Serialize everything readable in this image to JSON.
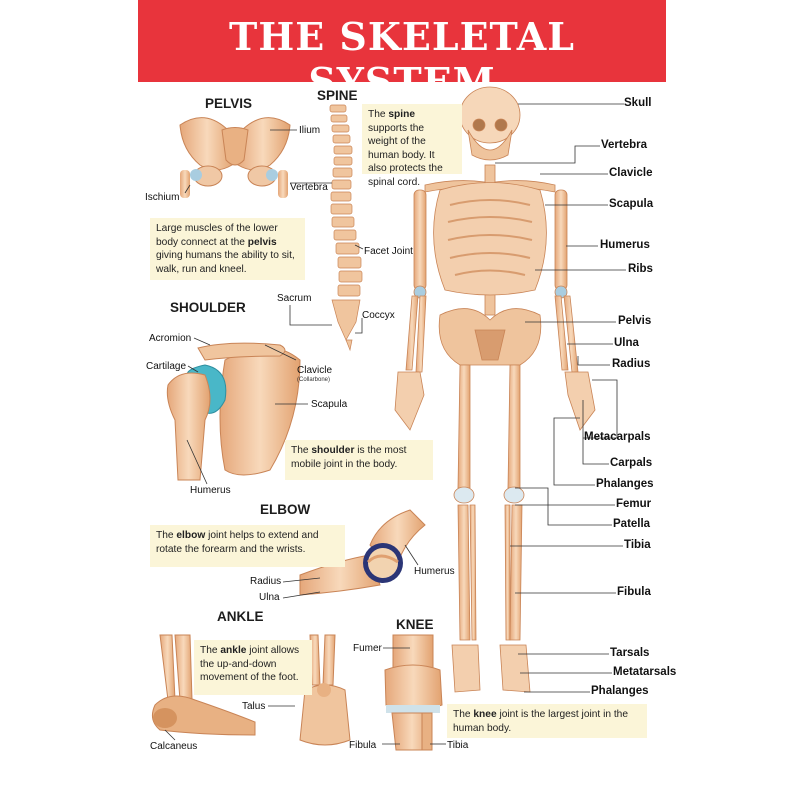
{
  "title": "THE SKELETAL SYSTEM",
  "sections": {
    "pelvis": "PELVIS",
    "spine": "SPINE",
    "shoulder": "SHOULDER",
    "elbow": "ELBOW",
    "ankle": "ANKLE",
    "knee": "KNEE"
  },
  "labels": {
    "pelvis": {
      "ilium": "Ilium",
      "ischium": "Ischium"
    },
    "spine": {
      "vertebra": "Vertebra",
      "facet_joint": "Facet Joint",
      "sacrum": "Sacrum",
      "coccyx": "Coccyx"
    },
    "shoulder": {
      "acromion": "Acromion",
      "cartilage": "Cartilage",
      "clavicle": "Clavicle",
      "clavicle_note": "(Collarbone)",
      "scapula": "Scapula",
      "humerus": "Humerus"
    },
    "elbow": {
      "humerus": "Humerus",
      "radius": "Radius",
      "ulna": "Ulna"
    },
    "ankle": {
      "talus": "Talus",
      "calcaneus": "Calcaneus"
    },
    "knee": {
      "fumer": "Fumer",
      "fibula": "Fibula",
      "tibia": "Tibia"
    }
  },
  "notes": {
    "spine": {
      "pre": "The ",
      "bold": "spine",
      "post": " supports the weight of the human body. It also protects the spinal cord."
    },
    "pelvis": {
      "pre": "Large muscles of the lower body connect at the ",
      "bold": "pelvis",
      "post": " giving humans the ability to sit, walk, run and kneel."
    },
    "shoulder": {
      "pre": "The ",
      "bold": "shoulder",
      "post": " is the most mobile joint in the body."
    },
    "elbow": {
      "pre": "The ",
      "bold": "elbow",
      "post": " joint helps to extend and rotate the forearm and the wrists."
    },
    "ankle": {
      "pre": "The ",
      "bold": "ankle",
      "post": " joint allows the up-and-down movement of the foot."
    },
    "knee": {
      "pre": "The ",
      "bold": "knee",
      "post": " joint is the largest joint in the human body."
    }
  },
  "skeleton_labels": [
    "Skull",
    "Vertebra",
    "Clavicle",
    "Scapula",
    "Humerus",
    "Ribs",
    "Pelvis",
    "Ulna",
    "Radius",
    "Metacarpals",
    "Carpals",
    "Phalanges",
    "Femur",
    "Patella",
    "Tibia",
    "Fibula",
    "Tarsals",
    "Metatarsals",
    "Phalanges"
  ],
  "colors": {
    "banner": "#e8343c",
    "bone": "#f3c9a4",
    "bone_dark": "#d9996b",
    "cartilage": "#49b7c8",
    "note_bg": "#fbf5d8"
  }
}
